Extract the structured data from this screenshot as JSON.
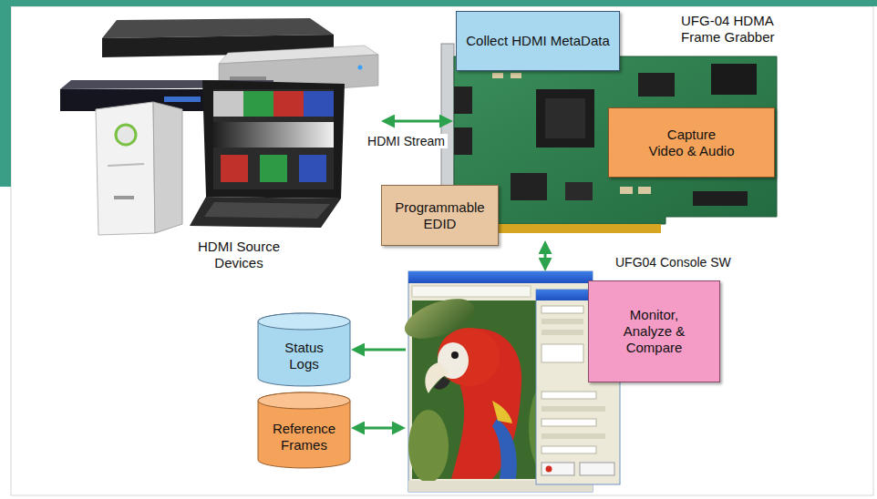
{
  "diagram": {
    "nodes": [
      {
        "text": [
          "HDMI Source Devices"
        ]
      },
      {
        "text": [
          "UFG-04 HDMA Frame Grabber"
        ]
      },
      {
        "text": [
          "Collect HDMI MetaData"
        ],
        "in": 1
      },
      {
        "text": [
          "Capture Video & Audio"
        ],
        "in": 1
      },
      {
        "text": [
          "Programmable EDID"
        ],
        "in": 1
      },
      {
        "text": [
          "UFG04 Console SW"
        ]
      },
      {
        "text": [
          "Status Logs"
        ]
      },
      {
        "text": [
          "Reference Frames"
        ]
      },
      {
        "text": [
          "Monitor, Analyze & Compare"
        ],
        "in": 5
      }
    ],
    "edges": [
      {
        "from": 0,
        "to": 1,
        "arrow": "both",
        "label": "HDMI Stream"
      },
      {
        "from": 1,
        "to": 5,
        "arrow": "both"
      },
      {
        "from": 5,
        "to": 6,
        "arrow": "to"
      },
      {
        "from": 5,
        "to": 7,
        "arrow": "both"
      }
    ]
  }
}
